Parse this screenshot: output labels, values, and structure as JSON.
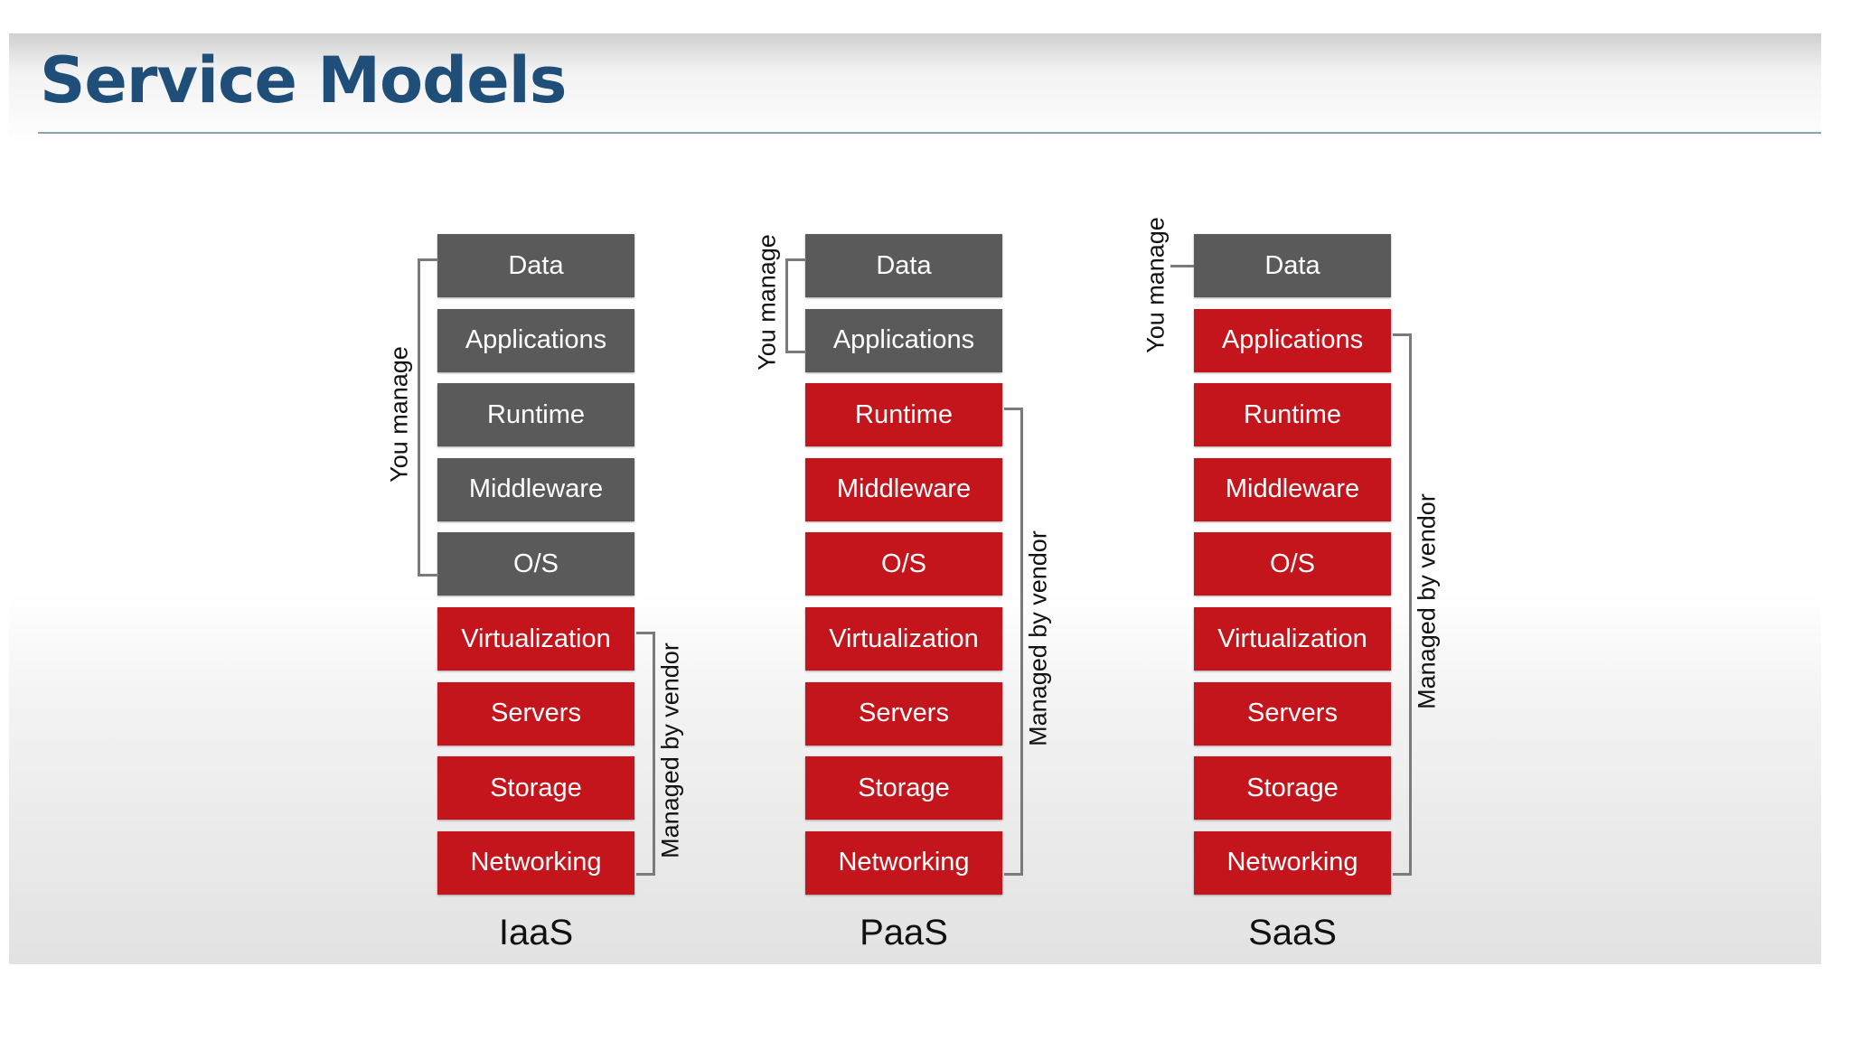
{
  "title": "Service Models",
  "labels": {
    "you_manage": "You manage",
    "managed_by_vendor": "Managed by vendor"
  },
  "models": [
    {
      "name": "IaaS",
      "layers": [
        {
          "label": "Data",
          "owner": "you"
        },
        {
          "label": "Applications",
          "owner": "you"
        },
        {
          "label": "Runtime",
          "owner": "you"
        },
        {
          "label": "Middleware",
          "owner": "you"
        },
        {
          "label": "O/S",
          "owner": "you"
        },
        {
          "label": "Virtualization",
          "owner": "vendor"
        },
        {
          "label": "Servers",
          "owner": "vendor"
        },
        {
          "label": "Storage",
          "owner": "vendor"
        },
        {
          "label": "Networking",
          "owner": "vendor"
        }
      ]
    },
    {
      "name": "PaaS",
      "layers": [
        {
          "label": "Data",
          "owner": "you"
        },
        {
          "label": "Applications",
          "owner": "you"
        },
        {
          "label": "Runtime",
          "owner": "vendor"
        },
        {
          "label": "Middleware",
          "owner": "vendor"
        },
        {
          "label": "O/S",
          "owner": "vendor"
        },
        {
          "label": "Virtualization",
          "owner": "vendor"
        },
        {
          "label": "Servers",
          "owner": "vendor"
        },
        {
          "label": "Storage",
          "owner": "vendor"
        },
        {
          "label": "Networking",
          "owner": "vendor"
        }
      ]
    },
    {
      "name": "SaaS",
      "layers": [
        {
          "label": "Data",
          "owner": "you"
        },
        {
          "label": "Applications",
          "owner": "vendor"
        },
        {
          "label": "Runtime",
          "owner": "vendor"
        },
        {
          "label": "Middleware",
          "owner": "vendor"
        },
        {
          "label": "O/S",
          "owner": "vendor"
        },
        {
          "label": "Virtualization",
          "owner": "vendor"
        },
        {
          "label": "Servers",
          "owner": "vendor"
        },
        {
          "label": "Storage",
          "owner": "vendor"
        },
        {
          "label": "Networking",
          "owner": "vendor"
        }
      ]
    }
  ],
  "colors": {
    "you_manage": "#5a5a5a",
    "vendor_managed": "#c4151c",
    "title": "#1f4e79"
  }
}
